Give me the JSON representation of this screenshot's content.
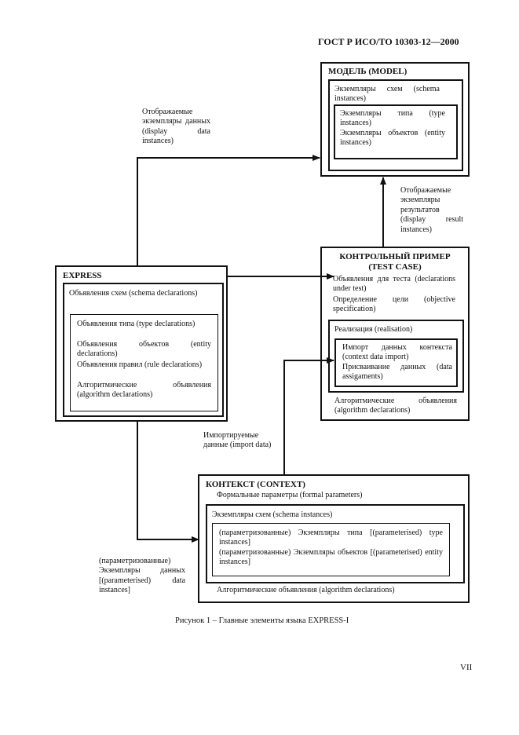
{
  "header": {
    "standard": "ГОСТ Р ИСО/ТО 10303-12—2000"
  },
  "model": {
    "title": "МОДЕЛЬ (MODEL)",
    "schema_instances": "Экземпляры схем (schema instances)",
    "type_instances": "Экземпляры типа (type instances)",
    "entity_instances": "Экземпляры объектов (entity instances)"
  },
  "express": {
    "title": "EXPRESS",
    "schema_declarations": "Объявления схем (schema declarations)",
    "type_declarations": "Объявления типа (type declarations)",
    "entity_declarations": "Объявления объектов (entity declarations)",
    "rule_declarations": "Объявления правил (rule declarations)",
    "algorithm_declarations": "Алгоритмические объявления (algorithm declarations)"
  },
  "test_case": {
    "title_line1": "КОНТРОЛЬНЫЙ ПРИМЕР",
    "title_line2": "(TEST CASE)",
    "declarations_under_test": "Объявления для теста (declarations under test)",
    "objective": "Определение цели (objective specification)",
    "realisation": "Реализация (realisation)",
    "context_import": "Импорт данных контекста (context data import)",
    "data_assignments": "Присваивание данных (data assigaments)",
    "algorithm_declarations": "Алгоритмические объявления (algorithm declarations)"
  },
  "context": {
    "title": "КОНТЕКСТ (CONTEXT)",
    "formal_parameters": "Формальные параметры (formal parameters)",
    "schema_instances": "Экземпляры схем (schema instances)",
    "param_type": "(параметризованные) Экземпляры типа [(parameterised) type instances]",
    "param_entity": "(параметризованные) Экземпляры объектов [(parameterised) entity instances]",
    "algorithm_declarations": "Алгоритмические объявления (algorithm declarations)"
  },
  "labels": {
    "display_data": "Отображаемые экземпляры данных (display data instances)",
    "display_result": "Отображаемые экземпляры результатов (display result instances)",
    "import_data": "Импортируемые данные (import data)",
    "param_data": "(параметризованные) Экземпляры данных [(parameterised) data instances]"
  },
  "caption": "Рисунок 1 – Главные элементы языка EXPRESS-I",
  "page_number": "VII"
}
